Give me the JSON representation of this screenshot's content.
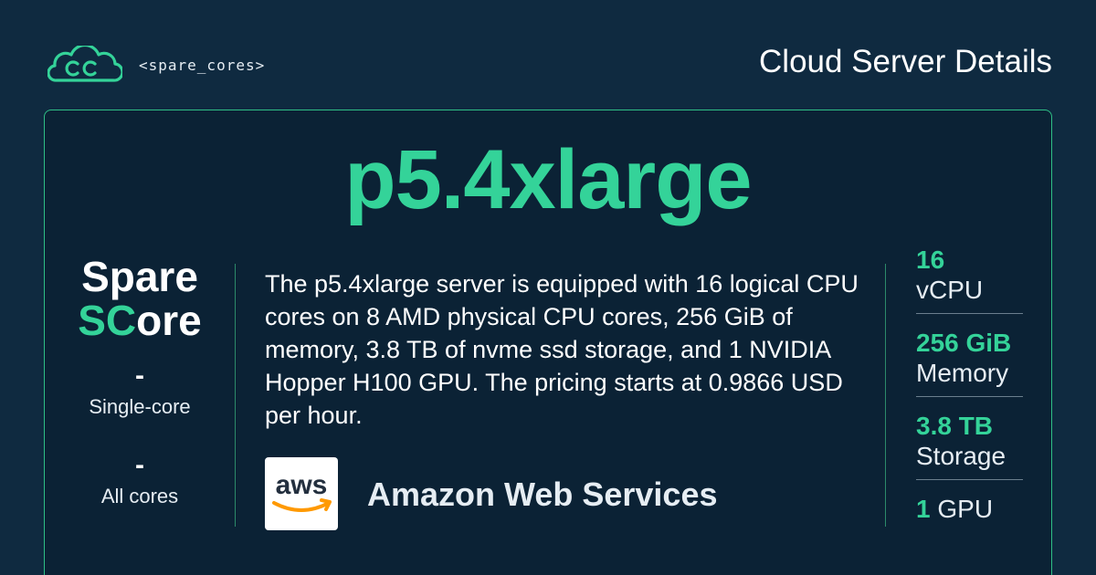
{
  "header": {
    "brand": "<spare_cores>",
    "title": "Cloud Server Details"
  },
  "server": {
    "name": "p5.4xlarge",
    "description": "The p5.4xlarge server is equipped with 16 logical CPU cores on 8 AMD physical CPU cores, 256 GiB of memory, 3.8 TB of nvme ssd storage, and 1 NVIDIA Hopper H100 GPU. The pricing starts at 0.9866 USD per hour."
  },
  "score": {
    "line1": "Spare",
    "line2_accent": "SC",
    "line2_rest": "ore",
    "single_value": "-",
    "single_label": "Single-core",
    "all_value": "-",
    "all_label": "All cores"
  },
  "provider": {
    "logo_text": "aws",
    "name": "Amazon Web Services"
  },
  "specs": {
    "vcpu_value": "16",
    "vcpu_label": "vCPU",
    "memory_value": "256 GiB",
    "memory_label": "Memory",
    "storage_value": "3.8 TB",
    "storage_label": "Storage",
    "gpu_value": "1",
    "gpu_label": "GPU"
  },
  "colors": {
    "background": "#0f2a40",
    "card": "#0b2235",
    "accent": "#34d399",
    "aws_orange": "#ff9900"
  }
}
